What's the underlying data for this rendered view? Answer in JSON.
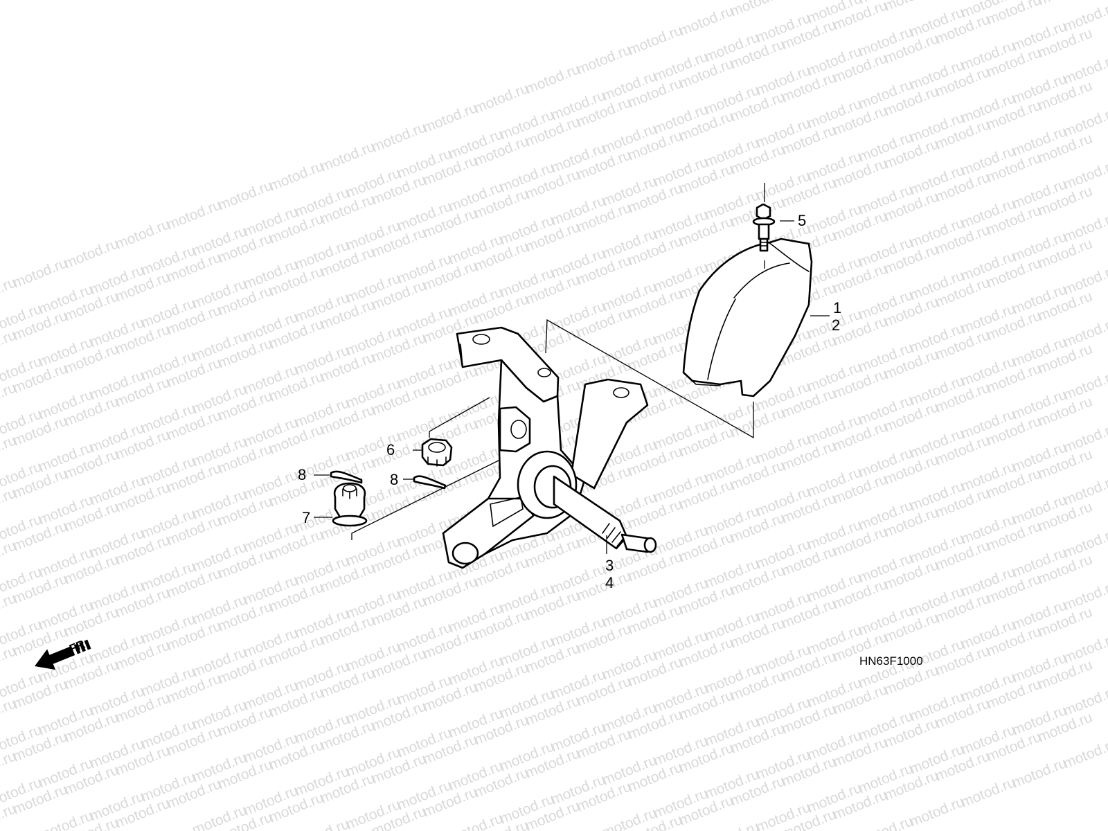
{
  "diagram": {
    "watermark": "motod.ru",
    "callouts": {
      "c1": "1",
      "c2": "2",
      "c3": "3",
      "c4": "4",
      "c5": "5",
      "c6": "6",
      "c7": "7",
      "c8a": "8",
      "c8b": "8"
    },
    "drawing_code": "HN63F1000",
    "direction_label": "FR."
  }
}
